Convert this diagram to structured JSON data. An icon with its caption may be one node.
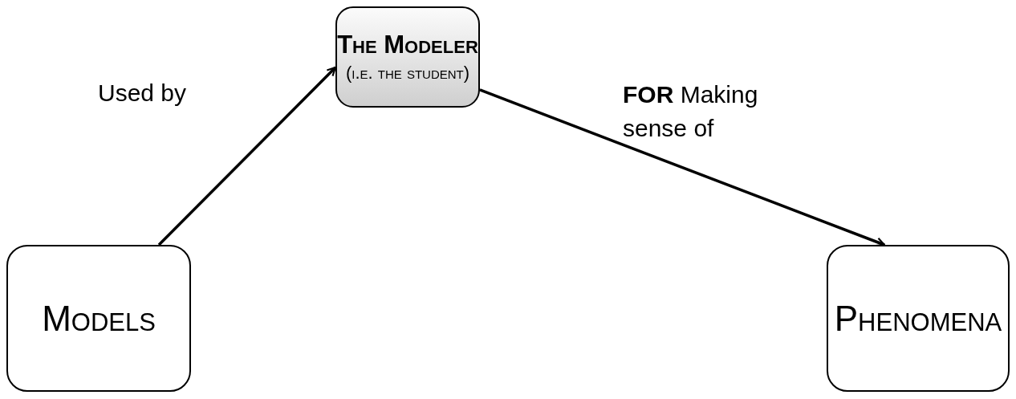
{
  "diagram": {
    "nodes": [
      {
        "text": [
          "The Modeler",
          "(i.e. the student)"
        ]
      },
      {
        "text": [
          "Models"
        ]
      },
      {
        "text": [
          "Phenomena"
        ]
      }
    ],
    "edges": [
      {
        "from": 1,
        "to": 0,
        "arrow": "to",
        "label": "Used by"
      },
      {
        "from": 0,
        "to": 2,
        "arrow": "to",
        "label": "**FOR** Making sense of"
      }
    ]
  }
}
